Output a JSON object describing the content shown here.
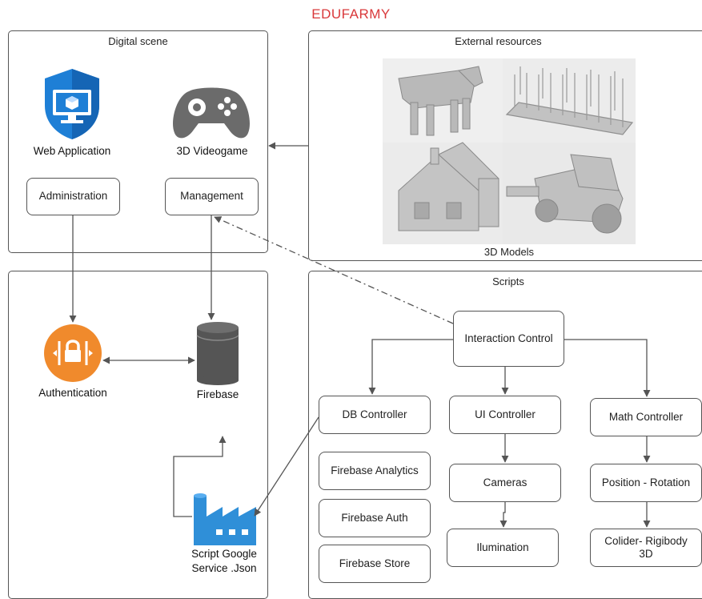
{
  "title": "EDUFARMY",
  "panels": {
    "digital_scene": "Digital scene",
    "external_resources": "External resources",
    "models_caption": "3D Models",
    "scripts": "Scripts"
  },
  "digital_scene": {
    "web_app": "Web Application",
    "videogame": "3D Videogame",
    "administration": "Administration",
    "management": "Management"
  },
  "backend": {
    "authentication": "Authentication",
    "firebase": "Firebase",
    "script_service_line1": "Script Google",
    "script_service_line2": "Service .Json"
  },
  "scripts": {
    "interaction": "Interaction Control",
    "db_controller": "DB Controller",
    "ui_controller": "UI Controller",
    "math_controller": "Math Controller",
    "firebase_analytics": "Firebase Analytics",
    "firebase_auth": "Firebase Auth",
    "firebase_store": "Firebase Store",
    "cameras": "Cameras",
    "ilumination": "Ilumination",
    "position_rotation": "Position - Rotation",
    "colider_line1": "Colider- Rigibody",
    "colider_line2": "3D"
  },
  "icons": {
    "web_app": "web-application-icon",
    "videogame": "gamepad-icon",
    "auth": "lock-icon",
    "firebase": "database-icon",
    "script": "factory-icon"
  },
  "colors": {
    "title": "#d9383a",
    "shield_blue": "#1e7fd6",
    "gamepad_gray": "#6b6b6b",
    "auth_orange": "#f08a2c",
    "db_gray": "#555555",
    "factory_blue": "#2f8fd8"
  }
}
